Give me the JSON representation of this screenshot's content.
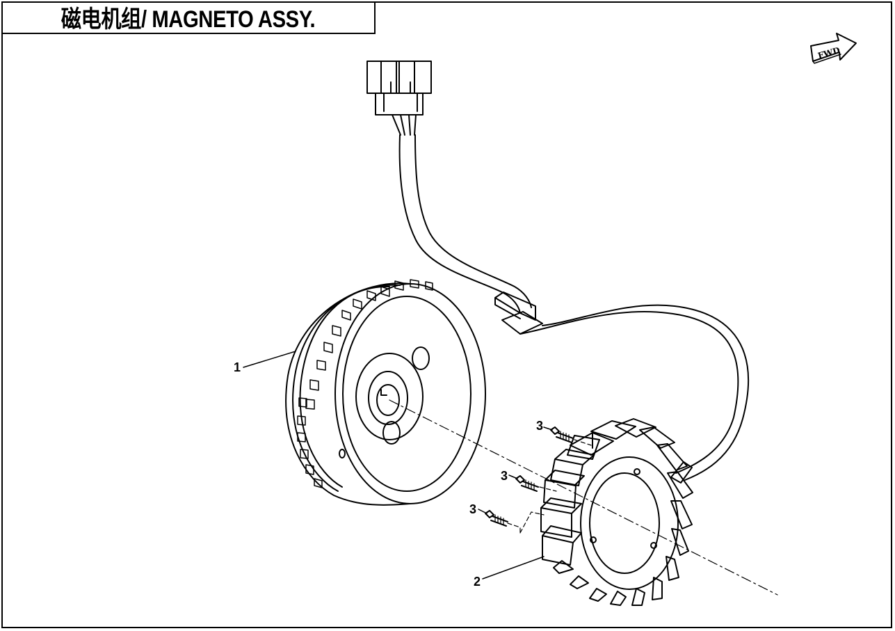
{
  "header": {
    "title": "磁电机组/ MAGNETO ASSY."
  },
  "direction": {
    "label": "FWD"
  },
  "callouts": [
    {
      "number": "1",
      "part": "flywheel"
    },
    {
      "number": "2",
      "part": "stator"
    },
    {
      "number": "3",
      "part": "bolt"
    },
    {
      "number": "3",
      "part": "bolt"
    },
    {
      "number": "3",
      "part": "bolt"
    }
  ],
  "colors": {
    "line": "#000000",
    "background": "#ffffff"
  }
}
